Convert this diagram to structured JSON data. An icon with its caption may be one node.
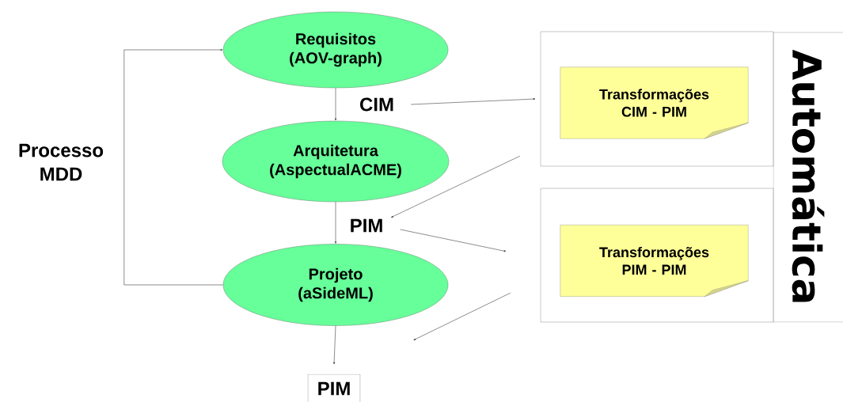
{
  "diagram": {
    "nodes": [
      {
        "text": [
          "Requisitos",
          "(AOV-graph)"
        ]
      },
      {
        "text": [
          "Arquitetura",
          "(AspectualACME)"
        ]
      },
      {
        "text": [
          "Projeto",
          "(aSideML)"
        ]
      },
      {
        "text": [
          "CIM"
        ]
      },
      {
        "text": [
          "PIM"
        ]
      },
      {
        "text": [
          "PIM"
        ]
      },
      {
        "text": [],
        "shape": "box"
      },
      {
        "text": [
          "Transformações CIM - PIM"
        ],
        "in": 6
      },
      {
        "text": [],
        "shape": "box"
      },
      {
        "text": [
          "Transformações PIM - PIM"
        ],
        "in": 8
      },
      {
        "text": [
          "Automática"
        ]
      }
    ],
    "edges": [
      {
        "from": 0,
        "to": 1,
        "arrow": "to"
      },
      {
        "from": 1,
        "to": 2,
        "arrow": "to"
      },
      {
        "from": 2,
        "to": 5,
        "arrow": "to"
      },
      {
        "from": 2,
        "to": 0,
        "arrow": "to"
      },
      {
        "from": 3,
        "to": 6,
        "arrow": "to"
      },
      {
        "from": 6,
        "to": 4,
        "arrow": "to"
      },
      {
        "from": 4,
        "to": 8,
        "arrow": "to"
      },
      {
        "from": 8,
        "to": null,
        "arrow": "to"
      }
    ],
    "labels": [
      "Processo MDD"
    ]
  }
}
